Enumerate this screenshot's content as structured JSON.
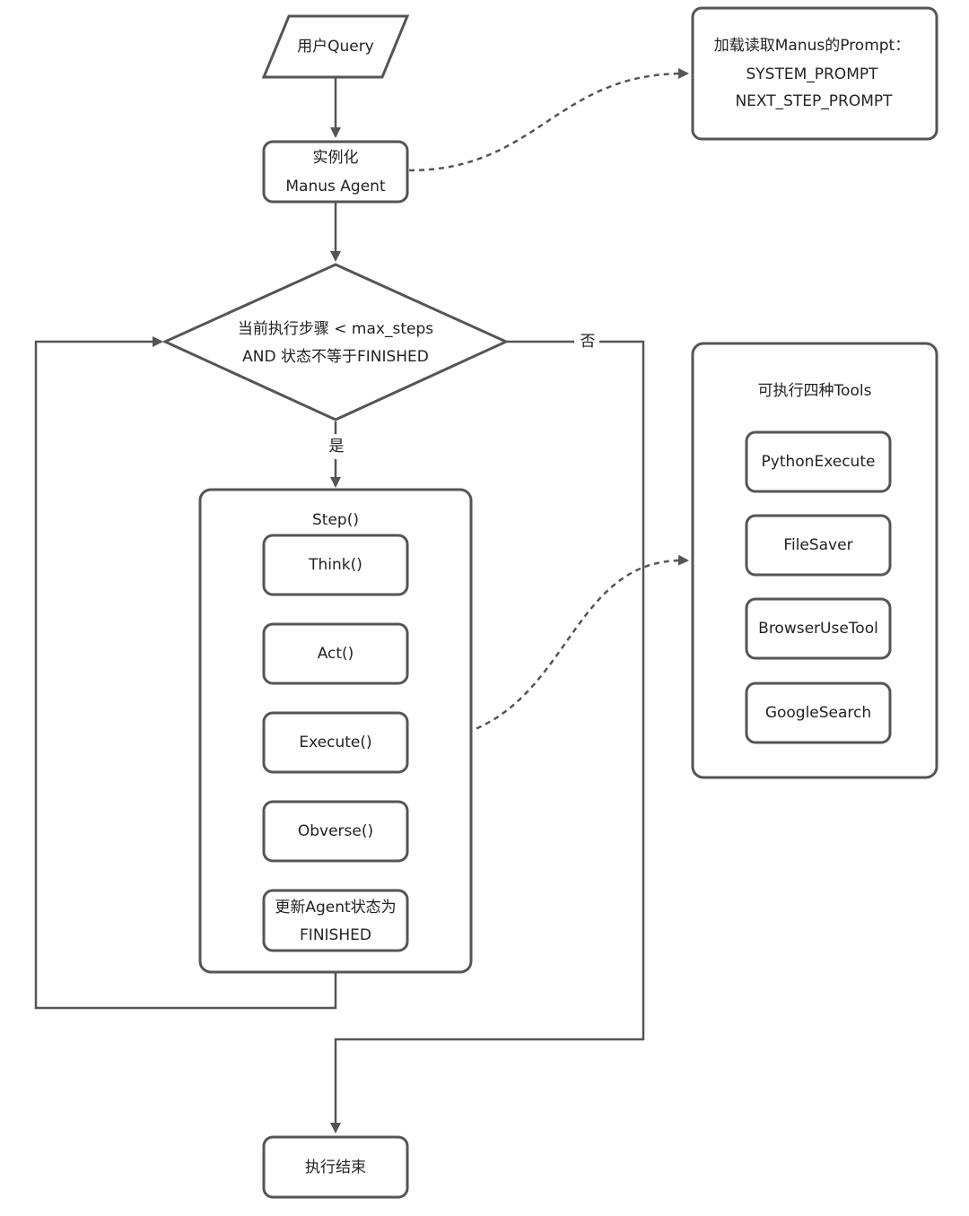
{
  "nodes": {
    "user_query": "用户Query",
    "instantiate": {
      "line1": "实例化",
      "line2": "Manus Agent"
    },
    "load_prompt": {
      "line1": "加载读取Manus的Prompt：",
      "line2": "SYSTEM_PROMPT",
      "line3": "NEXT_STEP_PROMPT"
    },
    "condition": {
      "line1": "当前执行步骤 < max_steps",
      "line2": "AND 状态不等于FINISHED"
    },
    "step": {
      "title": "Step()",
      "think": "Think()",
      "act": "Act()",
      "execute": "Execute()",
      "observe": "Obverse()",
      "update": {
        "line1": "更新Agent状态为",
        "line2": "FINISHED"
      }
    },
    "tools": {
      "title": "可执行四种Tools",
      "items": [
        "PythonExecute",
        "FileSaver",
        "BrowserUseTool",
        "GoogleSearch"
      ]
    },
    "end": "执行结束"
  },
  "edges": {
    "yes_label": "是",
    "no_label": "否"
  },
  "colors": {
    "stroke": "#555555",
    "text": "#222222",
    "background": "#ffffff"
  }
}
